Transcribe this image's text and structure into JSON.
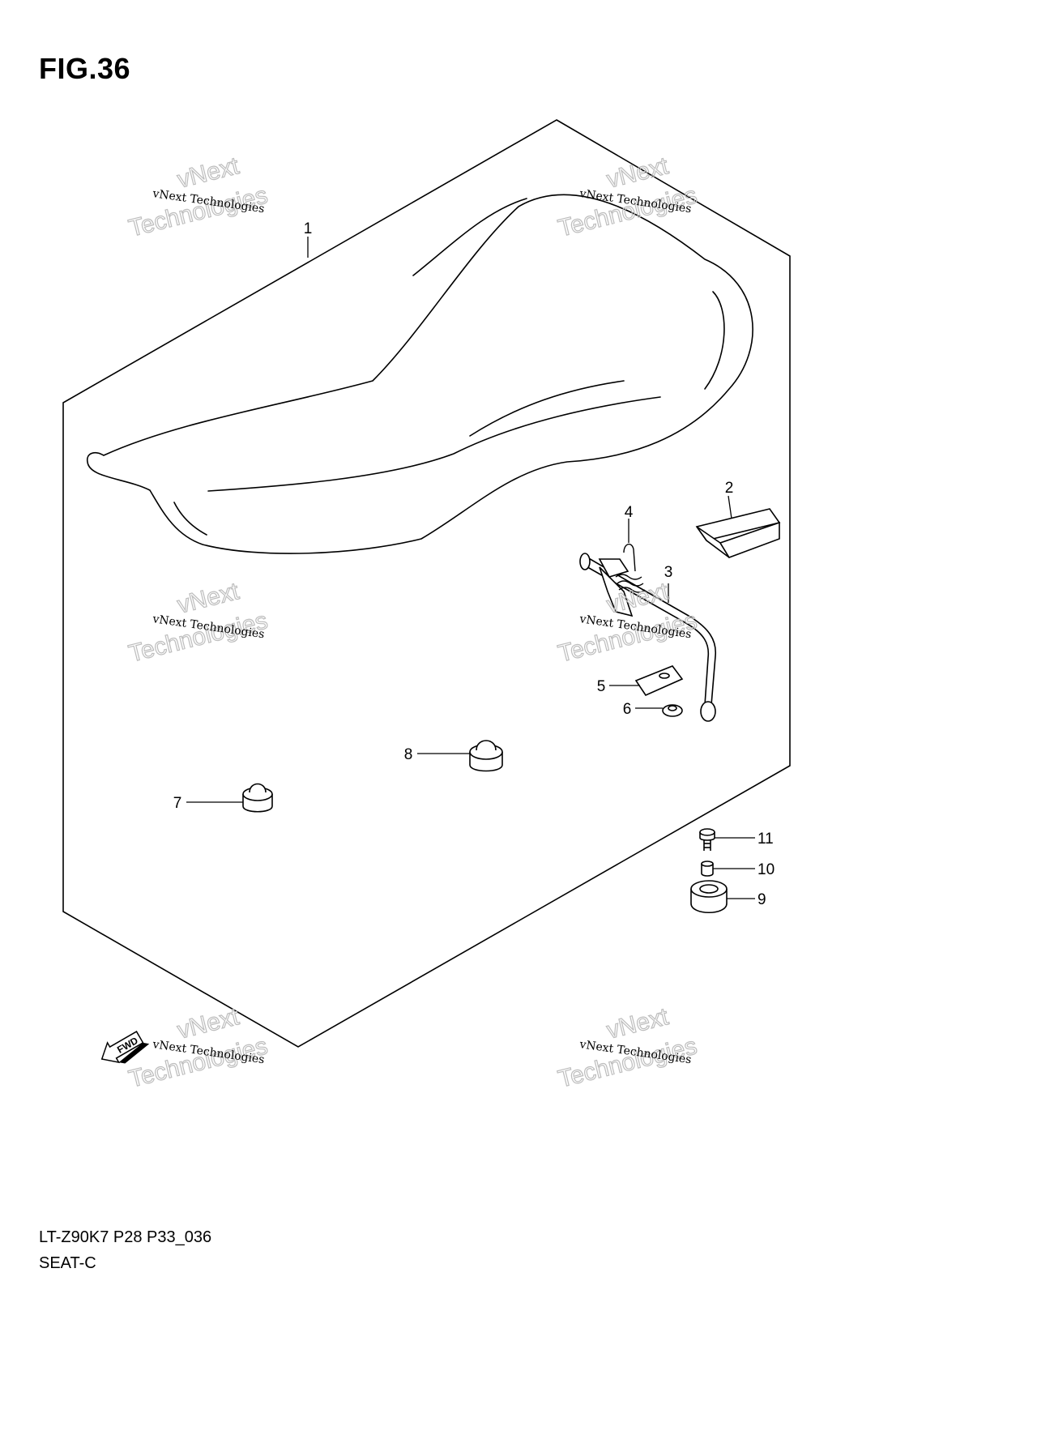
{
  "figure": {
    "title": "FIG.36"
  },
  "callouts": [
    {
      "number": "1",
      "part": "seat"
    },
    {
      "number": "2",
      "part": "pad"
    },
    {
      "number": "3",
      "part": "seat-lock-rod"
    },
    {
      "number": "4",
      "part": "spring"
    },
    {
      "number": "5",
      "part": "plate"
    },
    {
      "number": "6",
      "part": "nut"
    },
    {
      "number": "7",
      "part": "cushion"
    },
    {
      "number": "8",
      "part": "cushion"
    },
    {
      "number": "9",
      "part": "cushion"
    },
    {
      "number": "10",
      "part": "spacer"
    },
    {
      "number": "11",
      "part": "bolt"
    }
  ],
  "direction_badge": {
    "label": "FWD",
    "icon": "arrow-left-icon"
  },
  "watermark": {
    "text": "vNext Technologies",
    "line1": "vNext",
    "line2": "Technologies",
    "color": "#bdbdbd"
  },
  "footer": {
    "model": "LT-Z90K7 P28 P33_036",
    "section": "SEAT-C"
  }
}
